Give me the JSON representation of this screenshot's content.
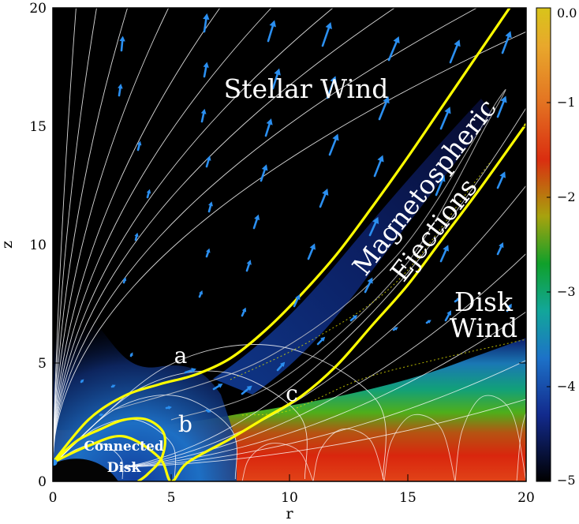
{
  "chart_data": {
    "type": "heatmap",
    "xlabel": "r",
    "ylabel": "z",
    "xlim": [
      0,
      20
    ],
    "ylim": [
      0,
      20
    ],
    "x_ticks": [
      0,
      5,
      10,
      15,
      20
    ],
    "y_ticks": [
      0,
      5,
      10,
      15,
      20
    ],
    "colorbar": {
      "ticks": [
        0.0,
        -1,
        -2,
        -3,
        -4,
        -5
      ],
      "tick_labels": [
        "0.0",
        "−1",
        "−2",
        "−3",
        "−4",
        "−5"
      ],
      "range": [
        -5,
        0
      ],
      "colors": [
        "#000000",
        "#10108a",
        "#1d5ec8",
        "#13a6a0",
        "#0ba030",
        "#7ab40e",
        "#d2200c",
        "#e5621e",
        "#e8a02c",
        "#d8c01a"
      ]
    },
    "region_labels": [
      {
        "text": "Stellar Wind",
        "x": 10.7,
        "y": 16.2
      },
      {
        "text": "Magnetospheric",
        "x": 16.0,
        "y": 12.2,
        "rotation": -52
      },
      {
        "text": "Ejections",
        "x": 16.4,
        "y": 10.4,
        "rotation": -52
      },
      {
        "text": "Disk",
        "x": 18.2,
        "y": 7.2
      },
      {
        "text": "Wind",
        "x": 18.2,
        "y": 6.1
      },
      {
        "text": "Connected",
        "x": 3.0,
        "y": 1.3
      },
      {
        "text": "Disk",
        "x": 3.0,
        "y": 0.4
      }
    ],
    "curve_labels": [
      {
        "text": "a",
        "x": 5.4,
        "y": 5.0
      },
      {
        "text": "b",
        "x": 5.6,
        "y": 2.1
      },
      {
        "text": "c",
        "x": 10.1,
        "y": 3.4
      }
    ],
    "highlight_field_lines": [
      {
        "name": "a",
        "color": "#ffff00",
        "points": [
          [
            0.0,
            0.8
          ],
          [
            1.5,
            2.6
          ],
          [
            3.0,
            3.6
          ],
          [
            4.5,
            4.1
          ],
          [
            6.0,
            4.5
          ],
          [
            7.5,
            5.2
          ],
          [
            9.0,
            6.4
          ],
          [
            10.5,
            7.9
          ],
          [
            12.0,
            9.6
          ],
          [
            13.5,
            11.6
          ],
          [
            15.0,
            13.7
          ],
          [
            16.5,
            15.9
          ],
          [
            18.0,
            18.1
          ],
          [
            19.3,
            20.0
          ]
        ]
      },
      {
        "name": "b",
        "color": "#ffff00",
        "points": [
          [
            0.0,
            0.8
          ],
          [
            1.0,
            1.7
          ],
          [
            2.0,
            2.2
          ],
          [
            3.0,
            2.6
          ],
          [
            4.0,
            2.6
          ],
          [
            4.7,
            2.0
          ],
          [
            4.6,
            1.0
          ],
          [
            4.0,
            0.3
          ],
          [
            3.6,
            0.0
          ]
        ]
      },
      {
        "name": "c",
        "color": "#ffff00",
        "points": [
          [
            0.0,
            0.8
          ],
          [
            1.5,
            1.5
          ],
          [
            3.0,
            1.9
          ],
          [
            4.5,
            1.0
          ],
          [
            5.0,
            0.0
          ],
          [
            5.7,
            0.8
          ],
          [
            7.5,
            1.8
          ],
          [
            9.0,
            2.7
          ],
          [
            10.5,
            3.6
          ],
          [
            12.0,
            4.9
          ],
          [
            13.5,
            6.6
          ],
          [
            15.0,
            8.3
          ],
          [
            16.5,
            10.3
          ],
          [
            18.0,
            12.3
          ],
          [
            20.0,
            15.1
          ]
        ]
      }
    ],
    "velocity_arrows": [
      [
        2.9,
        18.2,
        0.15,
        1.6
      ],
      [
        2.8,
        16.3,
        0.2,
        1.3
      ],
      [
        3.6,
        14.0,
        0.25,
        1.0
      ],
      [
        4.0,
        12.0,
        0.25,
        0.9
      ],
      [
        3.5,
        10.2,
        0.2,
        0.8
      ],
      [
        3.0,
        8.4,
        0.2,
        0.6
      ],
      [
        6.4,
        19.0,
        0.3,
        2.0
      ],
      [
        6.4,
        17.1,
        0.3,
        1.6
      ],
      [
        6.3,
        15.2,
        0.3,
        1.4
      ],
      [
        6.5,
        13.3,
        0.35,
        1.2
      ],
      [
        6.6,
        11.4,
        0.3,
        1.1
      ],
      [
        6.5,
        9.5,
        0.3,
        0.9
      ],
      [
        6.2,
        7.8,
        0.3,
        0.7
      ],
      [
        9.1,
        18.6,
        0.7,
        2.3
      ],
      [
        9.3,
        16.6,
        0.7,
        2.2
      ],
      [
        9.0,
        14.6,
        0.6,
        1.9
      ],
      [
        8.8,
        12.7,
        0.6,
        1.8
      ],
      [
        8.5,
        10.7,
        0.5,
        1.5
      ],
      [
        8.2,
        8.9,
        0.4,
        1.2
      ],
      [
        8.0,
        7.0,
        0.4,
        0.9
      ],
      [
        11.4,
        18.4,
        0.9,
        2.6
      ],
      [
        11.6,
        16.2,
        0.9,
        2.4
      ],
      [
        11.7,
        13.8,
        0.9,
        2.3
      ],
      [
        11.3,
        11.6,
        0.8,
        2.0
      ],
      [
        10.8,
        9.4,
        0.7,
        1.7
      ],
      [
        10.2,
        7.4,
        0.6,
        1.3
      ],
      [
        14.2,
        17.8,
        1.1,
        2.6
      ],
      [
        13.8,
        15.3,
        1.0,
        2.5
      ],
      [
        13.6,
        12.9,
        0.9,
        2.3
      ],
      [
        13.4,
        10.4,
        0.9,
        2.0
      ],
      [
        13.2,
        8.0,
        0.8,
        1.6
      ],
      [
        16.8,
        17.7,
        1.0,
        2.5
      ],
      [
        16.4,
        14.9,
        1.0,
        2.4
      ],
      [
        16.2,
        12.1,
        0.9,
        2.2
      ],
      [
        16.4,
        9.3,
        0.8,
        1.8
      ],
      [
        16.6,
        6.8,
        0.6,
        1.1
      ],
      [
        19.0,
        18.1,
        0.9,
        2.4
      ],
      [
        18.8,
        15.4,
        0.9,
        2.3
      ],
      [
        18.8,
        12.4,
        0.8,
        1.8
      ],
      [
        18.8,
        9.6,
        0.6,
        1.3
      ],
      [
        19.2,
        7.2,
        0.5,
        0.8
      ],
      [
        5.6,
        4.6,
        1.2,
        0.4
      ],
      [
        6.8,
        3.9,
        1.0,
        0.6
      ],
      [
        8.0,
        3.7,
        1.1,
        0.9
      ],
      [
        9.5,
        4.7,
        0.8,
        0.9
      ],
      [
        11.2,
        5.8,
        0.8,
        0.8
      ],
      [
        12.6,
        6.8,
        0.7,
        0.6
      ],
      [
        14.4,
        6.4,
        0.5,
        0.3
      ],
      [
        15.8,
        6.7,
        0.5,
        0.3
      ],
      [
        17.0,
        7.6,
        0.6,
        0.4
      ],
      [
        1.2,
        4.2,
        0.3,
        0.3
      ],
      [
        2.5,
        4.0,
        0.4,
        0.2
      ],
      [
        3.3,
        5.3,
        0.2,
        0.4
      ],
      [
        4.8,
        3.1,
        0.6,
        0.1
      ],
      [
        6.5,
        3.0,
        0.5,
        -0.2
      ],
      [
        2.0,
        2.8,
        0.4,
        0.1
      ]
    ]
  }
}
